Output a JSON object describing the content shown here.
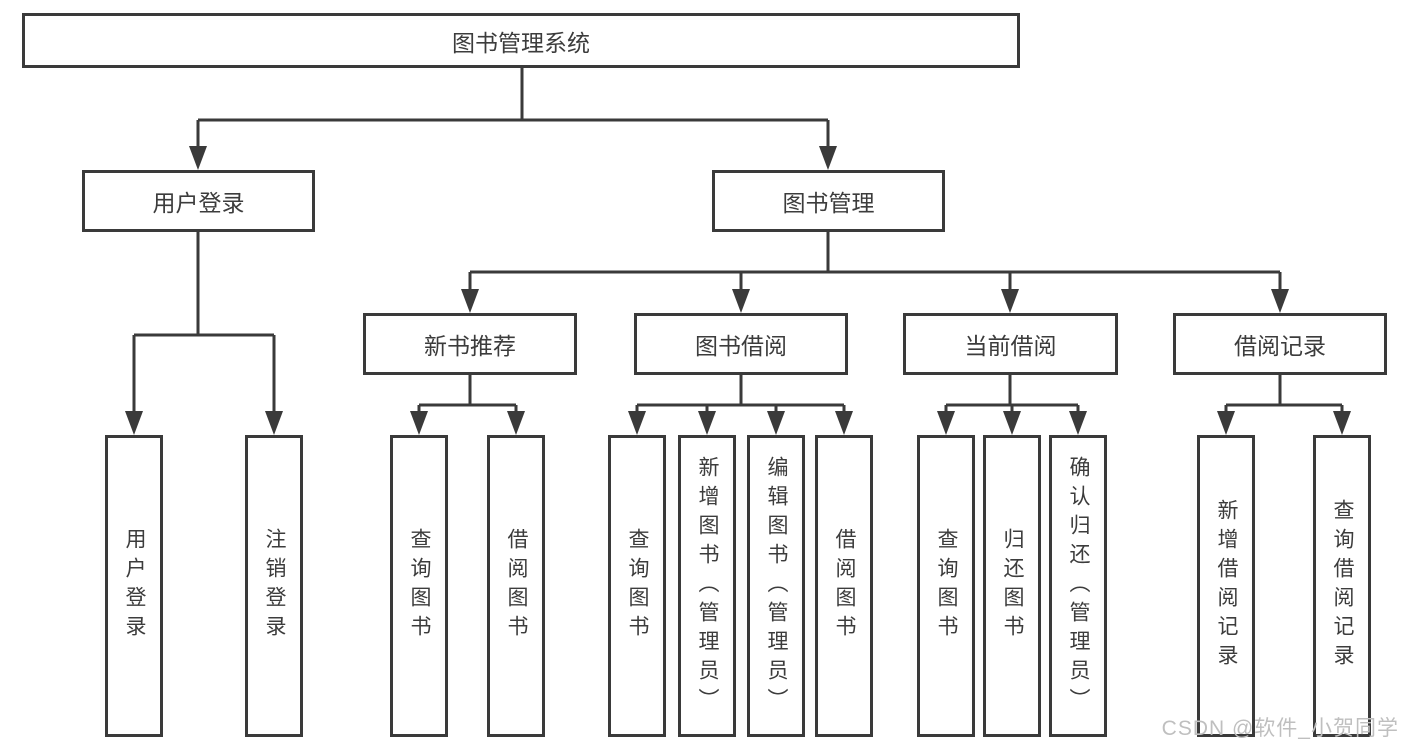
{
  "tree": {
    "root": {
      "label": "图书管理系统",
      "children": [
        {
          "label": "用户登录",
          "children": [
            {
              "label": "用户登录"
            },
            {
              "label": "注销登录"
            }
          ]
        },
        {
          "label": "图书管理",
          "children": [
            {
              "label": "新书推荐",
              "children": [
                {
                  "label": "查询图书"
                },
                {
                  "label": "借阅图书"
                }
              ]
            },
            {
              "label": "图书借阅",
              "children": [
                {
                  "label": "查询图书"
                },
                {
                  "label": "新增图书（管理员）"
                },
                {
                  "label": "编辑图书（管理员）"
                },
                {
                  "label": "借阅图书"
                }
              ]
            },
            {
              "label": "当前借阅",
              "children": [
                {
                  "label": "查询图书"
                },
                {
                  "label": "归还图书"
                },
                {
                  "label": "确认归还（管理员）"
                }
              ]
            },
            {
              "label": "借阅记录",
              "children": [
                {
                  "label": "新增借阅记录"
                },
                {
                  "label": "查询借阅记录"
                }
              ]
            }
          ]
        }
      ]
    }
  },
  "watermark": "CSDN @软件_小贺同学",
  "colors": {
    "line": "#3a3a3a",
    "text": "#3c3c3c",
    "background": "#ffffff",
    "watermark": "#bfbfbf"
  }
}
